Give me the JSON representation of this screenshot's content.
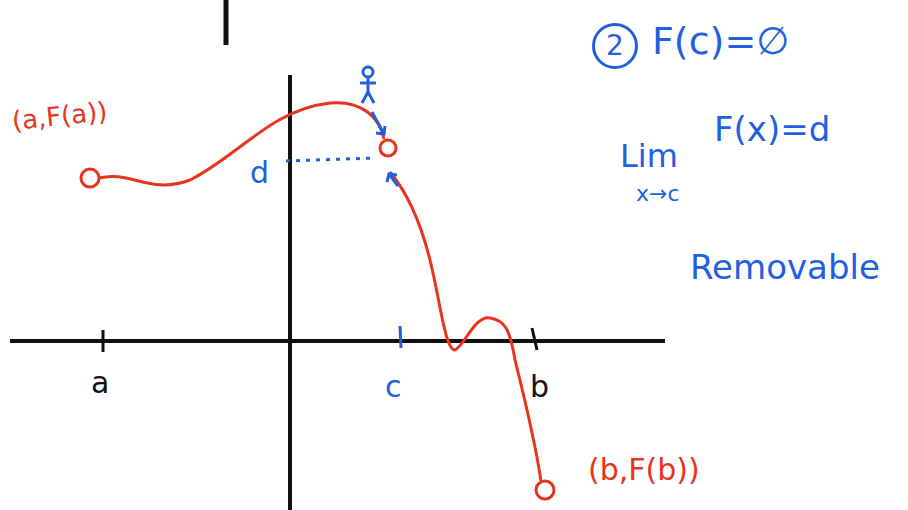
{
  "diagram": {
    "nodes": [
      {
        "text": [
          "2"
        ]
      }
    ],
    "labels": [
      "F(c)=∅",
      "Lim",
      "x→c",
      "F(x)=d",
      "Removable",
      "(a,F(a))",
      "(b,F(b))",
      "a",
      "c",
      "b",
      "d"
    ]
  }
}
